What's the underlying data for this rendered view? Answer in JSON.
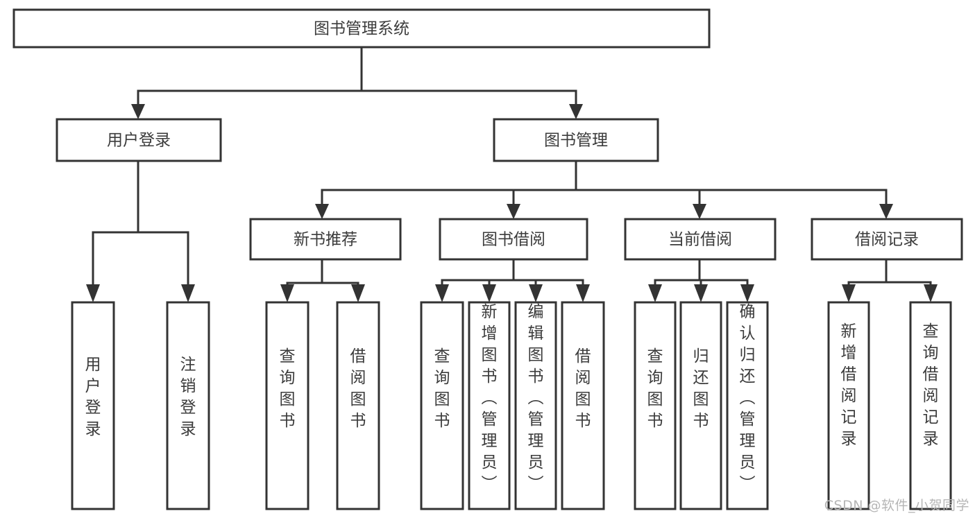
{
  "diagram": {
    "type": "tree-hierarchy",
    "title": "图书管理系统",
    "orientation": "top-down",
    "watermark": "CSDN @软件_小贺同学",
    "colors": {
      "background": "#ffffff",
      "box_stroke": "#333333",
      "box_fill": "#ffffff",
      "text": "#3b3b3b",
      "connector": "#333333",
      "watermark": "#b6b6b6"
    },
    "root": {
      "label": "图书管理系统"
    },
    "level2": [
      {
        "label": "用户登录"
      },
      {
        "label": "图书管理"
      }
    ],
    "level3": [
      {
        "label": "新书推荐"
      },
      {
        "label": "图书借阅"
      },
      {
        "label": "当前借阅"
      },
      {
        "label": "借阅记录"
      }
    ],
    "leaves": {
      "user_login": [
        {
          "label": "用户登录"
        },
        {
          "label": "注销登录"
        }
      ],
      "new_book_recommend": [
        {
          "label": "查询图书"
        },
        {
          "label": "借阅图书"
        }
      ],
      "book_borrow": [
        {
          "label": "查询图书"
        },
        {
          "label": "新增图书（管理员）"
        },
        {
          "label": "编辑图书（管理员）"
        },
        {
          "label": "借阅图书"
        }
      ],
      "current_borrow": [
        {
          "label": "查询图书"
        },
        {
          "label": "归还图书"
        },
        {
          "label": "确认归还（管理员）"
        }
      ],
      "borrow_record": [
        {
          "label": "新增借阅记录"
        },
        {
          "label": "查询借阅记录"
        }
      ]
    }
  }
}
